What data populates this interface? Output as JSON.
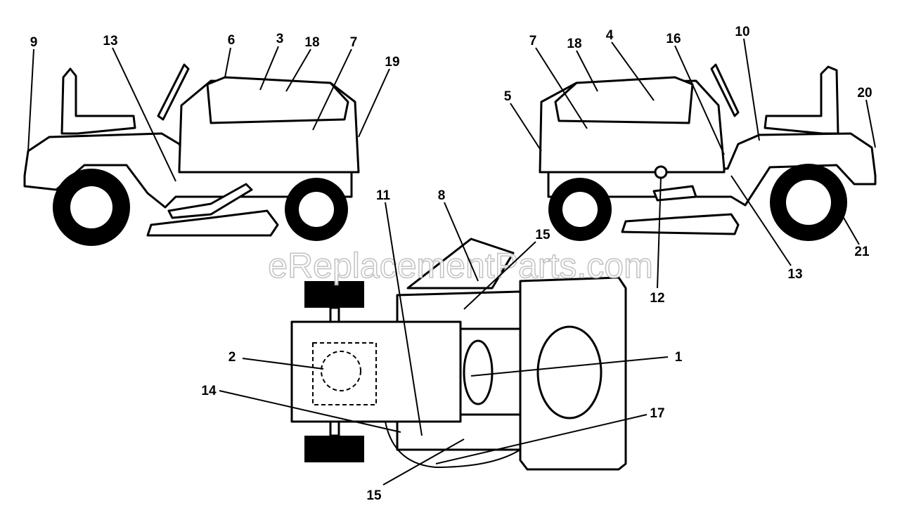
{
  "watermark": "eReplacementParts.com",
  "side_view_left": {
    "callouts": [
      "9",
      "13",
      "6",
      "3",
      "18",
      "7",
      "19"
    ]
  },
  "side_view_right": {
    "callouts": [
      "7",
      "18",
      "4",
      "16",
      "10",
      "20",
      "5",
      "21",
      "13",
      "12"
    ]
  },
  "top_view": {
    "callouts": [
      "11",
      "8",
      "15",
      "2",
      "1",
      "14",
      "17",
      "15"
    ]
  }
}
